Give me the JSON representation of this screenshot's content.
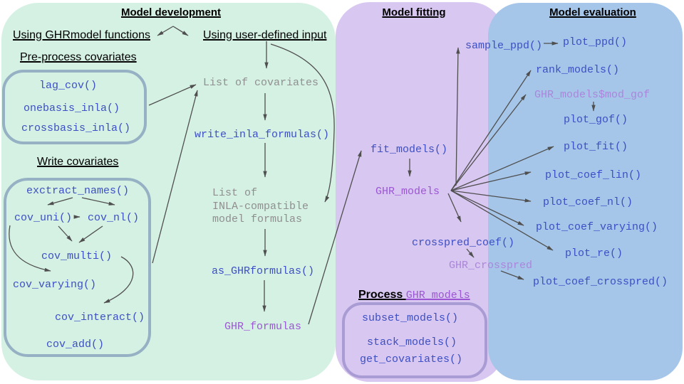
{
  "development": {
    "title": "Model development",
    "branch_left": "Using GHRmodel functions",
    "branch_right": "Using user-defined input",
    "preprocess": {
      "heading": "Pre-process covariates",
      "items": [
        "lag_cov()",
        "onebasis_inla()",
        "crossbasis_inla()"
      ]
    },
    "write": {
      "heading": "Write covariates",
      "items": [
        "exctract_names()",
        "cov_uni()",
        "cov_nl()",
        "cov_multi()",
        "cov_varying()",
        "cov_interact()",
        "cov_add()"
      ]
    },
    "flow": {
      "list_of_covariates": "List of covariates",
      "write_inla_formulas": "write_inla_formulas()",
      "inla_list_line1": "List of",
      "inla_list_line2": "INLA-compatible",
      "inla_list_line3": "model formulas",
      "as_ghrformulas": "as_GHRformulas()",
      "ghr_formulas": "GHR_formulas"
    }
  },
  "fitting": {
    "title": "Model fitting",
    "fit_models": "fit_models()",
    "ghr_models": "GHR_models",
    "sample_ppd": "sample_ppd()",
    "crosspred_coef": "crosspred_coef()",
    "ghr_crosspred": "GHR_crosspred",
    "process_heading_prefix": "Process ",
    "process_heading_object": "GHR_models",
    "process_items": [
      "subset_models()",
      "stack_models()",
      "get_covariates()"
    ]
  },
  "evaluation": {
    "title": "Model evaluation",
    "plot_ppd": "plot_ppd()",
    "rank_models": "rank_models()",
    "mod_gof": "GHR_models$mod_gof",
    "plot_gof": "plot_gof()",
    "plot_fit": "plot_fit()",
    "plot_coef_lin": "plot_coef_lin()",
    "plot_coef_nl": "plot_coef_nl()",
    "plot_coef_varying": "plot_coef_varying()",
    "plot_re": "plot_re()",
    "plot_coef_crosspred": "plot_coef_crosspred()"
  },
  "colors": {
    "development_panel": "#d5f1e4",
    "fitting_panel": "#d8c7f0",
    "evaluation_panel": "#a5c6e9",
    "function_text": "#3d4fc4",
    "object_text": "#9c56d4",
    "object_text_light": "#ab85dc",
    "plain_text": "#8f8f8f",
    "arrow": "#4f4f4f"
  }
}
